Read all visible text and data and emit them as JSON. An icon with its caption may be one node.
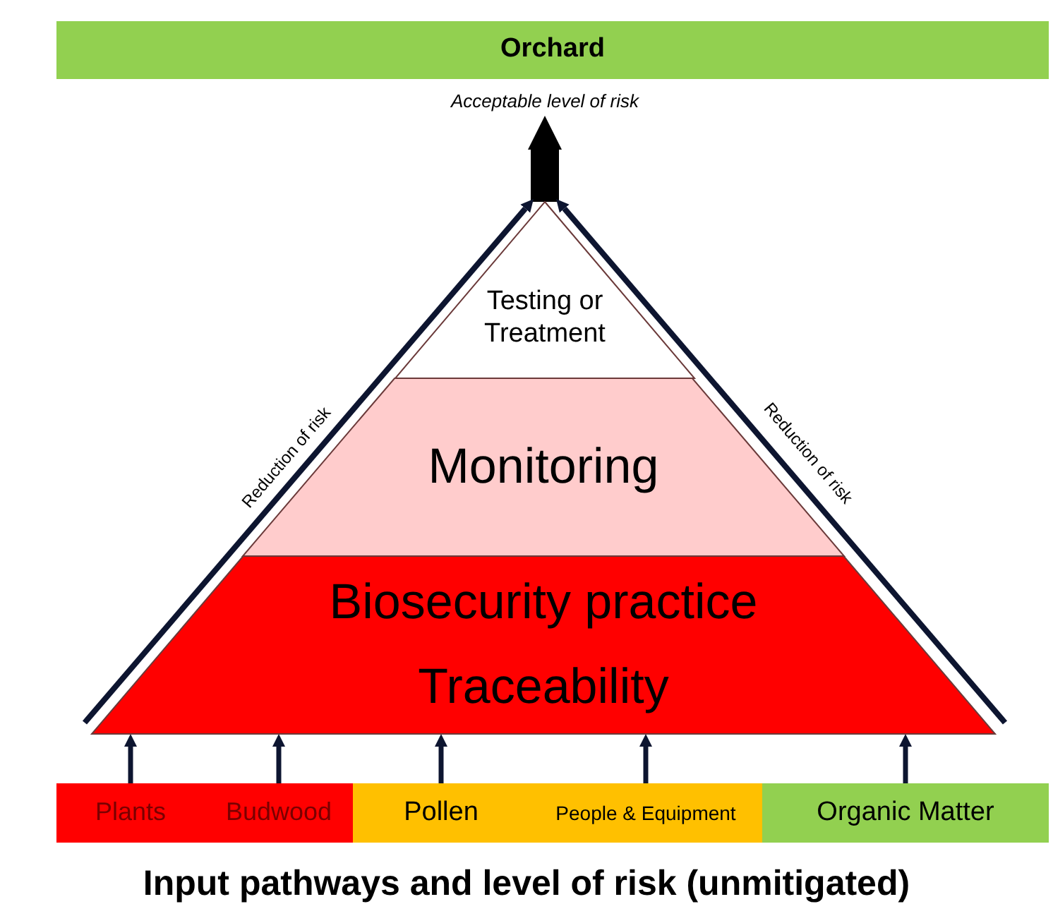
{
  "diagram": {
    "caption": "Input pathways and level of risk (unmitigated)",
    "nodes": [
      {
        "text": [
          "Orchard"
        ]
      },
      {
        "text": [
          "Acceptable level of risk"
        ]
      },
      {
        "text": [
          "Testing or Treatment"
        ]
      },
      {
        "text": [
          "Monitoring"
        ]
      },
      {
        "text": [
          "Biosecurity practice",
          "Traceability"
        ]
      },
      {
        "text": [
          "Plants"
        ]
      },
      {
        "text": [
          "Budwood"
        ]
      },
      {
        "text": [
          "Pollen"
        ]
      },
      {
        "text": [
          "People & Equipment"
        ]
      },
      {
        "text": [
          "Organic Matter"
        ]
      }
    ],
    "edges": [
      {
        "from": 2,
        "to": 1,
        "arrow": "to",
        "style": "thick"
      },
      {
        "from": 4,
        "to": 2,
        "arrow": "to",
        "label": "Reduction of risk"
      },
      {
        "from": 4,
        "to": 2,
        "arrow": "to",
        "label": "Reduction of risk"
      },
      {
        "from": 5,
        "to": 4,
        "arrow": "to"
      },
      {
        "from": 6,
        "to": 4,
        "arrow": "to"
      },
      {
        "from": 7,
        "to": 4,
        "arrow": "to"
      },
      {
        "from": 8,
        "to": 4,
        "arrow": "to"
      },
      {
        "from": 9,
        "to": 4,
        "arrow": "to"
      }
    ]
  }
}
